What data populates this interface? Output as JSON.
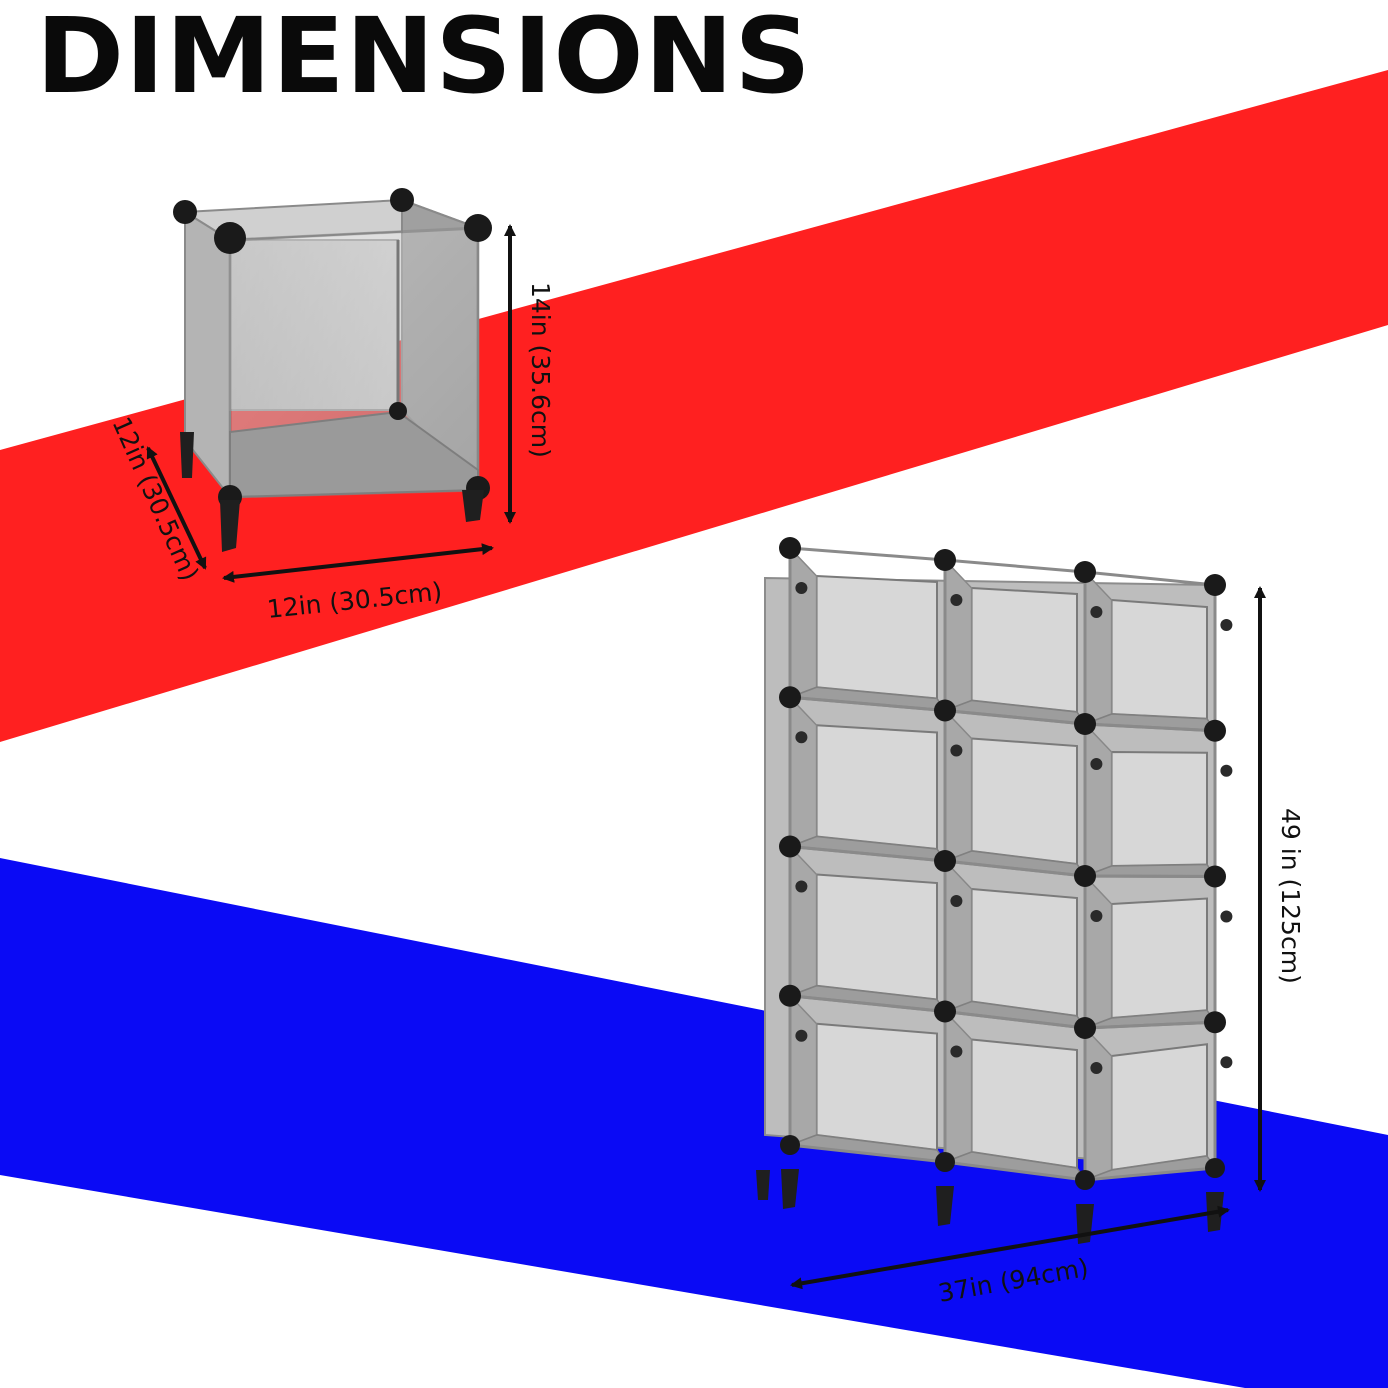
{
  "heading": "DIMENSIONS",
  "colors": {
    "red_band": "#ff2020",
    "blue_band": "#0a0af5",
    "background": "#ffffff",
    "panel": "#c4c4c4",
    "connector": "#1a1a1a",
    "arrow": "#111111"
  },
  "single_cube": {
    "height_label": "14in (35.6cm)",
    "depth_label": "12in (30.5cm)",
    "width_label": "12in (30.5cm)"
  },
  "cube_shelf": {
    "layout": "3 columns x 4 rows",
    "height_label": "49 in (125cm)",
    "width_label": "37in (94cm)"
  }
}
